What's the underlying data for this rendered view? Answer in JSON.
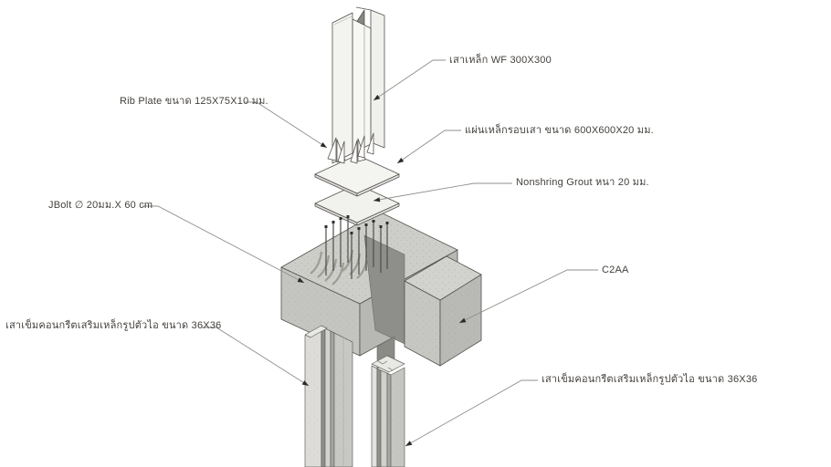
{
  "drawing": {
    "type": "isometric-exploded-construction-detail",
    "labels": {
      "steel_column": "เสาเหล็ก WF 300X300",
      "rib_plate": "Rib Plate ขนาด 125X75X10 มม.",
      "base_plate": "แผ่นเหล็กรอบเสา ขนาด 600X600X20 มม.",
      "grout": "Nonshring Grout หนา 20 มม.",
      "jbolt": "JBolt ∅ 20มม.X 60 cm",
      "footing_mark": "C2AA",
      "pile_left": "เสาเข็มคอนกรีตเสริมเหล็กรูปตัวไอ ขนาด 36X36",
      "pile_right": "เสาเข็มคอนกรีตเสริมเหล็กรูปตัวไอ ขนาด 36X36"
    },
    "colors": {
      "background": "#ffffff",
      "outline": "#55524e",
      "leader_line": "#8f8f8b",
      "arrowhead": "#2a2a28",
      "label_text": "#44413d",
      "steel_face": "#f3f3f0",
      "concrete_top": "#cdcdc9",
      "concrete_face": "#c4c4c0",
      "concrete_shadow": "#8a8a86"
    }
  }
}
